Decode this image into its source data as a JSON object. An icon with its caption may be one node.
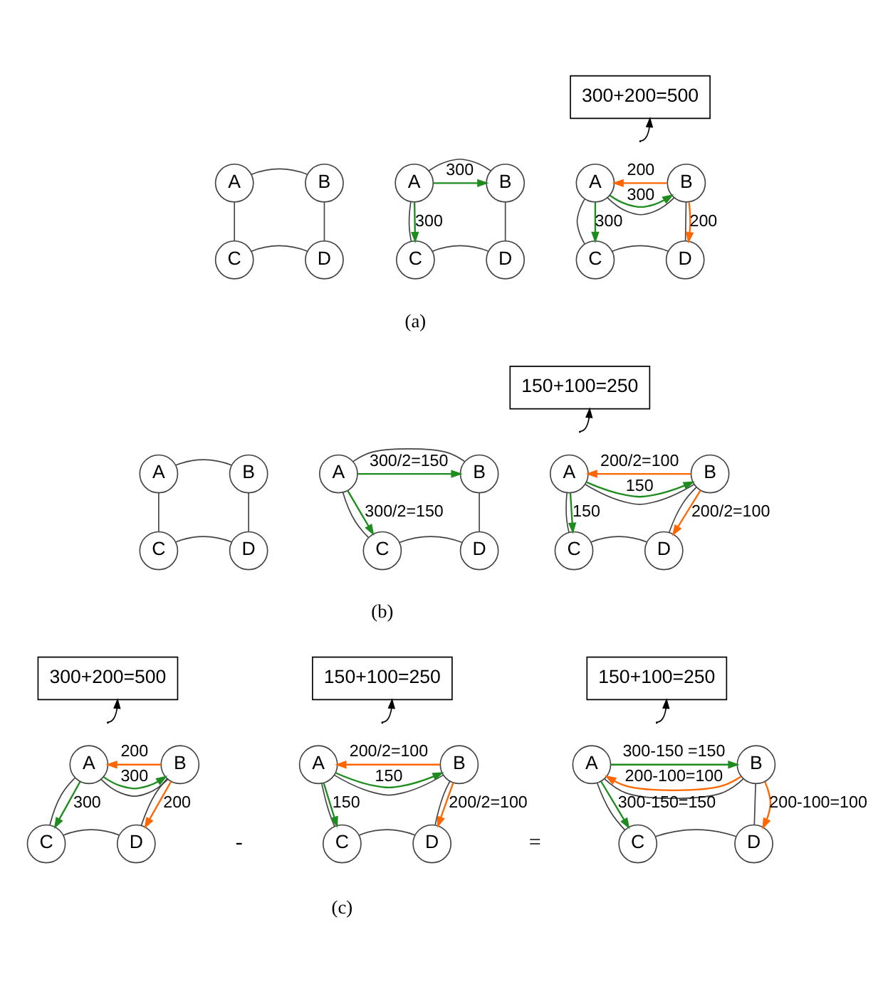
{
  "diagram": {
    "nodes": [
      {
        "text": [
          "A"
        ]
      },
      {
        "text": [
          "B"
        ]
      },
      {
        "text": [
          "C"
        ]
      },
      {
        "text": [
          "D"
        ]
      },
      {
        "text": [
          "A"
        ]
      },
      {
        "text": [
          "B"
        ]
      },
      {
        "text": [
          "C"
        ]
      },
      {
        "text": [
          "D"
        ]
      },
      {
        "text": [
          "300+200=500"
        ]
      },
      {
        "text": [
          "A"
        ]
      },
      {
        "text": [
          "B"
        ]
      },
      {
        "text": [
          "C"
        ]
      },
      {
        "text": [
          "D"
        ]
      },
      {
        "text": [
          "A"
        ]
      },
      {
        "text": [
          "B"
        ]
      },
      {
        "text": [
          "C"
        ]
      },
      {
        "text": [
          "D"
        ]
      },
      {
        "text": [
          "A"
        ]
      },
      {
        "text": [
          "B"
        ]
      },
      {
        "text": [
          "C"
        ]
      },
      {
        "text": [
          "D"
        ]
      },
      {
        "text": [
          "150+100=250"
        ]
      },
      {
        "text": [
          "A"
        ]
      },
      {
        "text": [
          "B"
        ]
      },
      {
        "text": [
          "C"
        ]
      },
      {
        "text": [
          "D"
        ]
      },
      {
        "text": [
          "300+200=500"
        ]
      },
      {
        "text": [
          "A"
        ]
      },
      {
        "text": [
          "B"
        ]
      },
      {
        "text": [
          "C"
        ]
      },
      {
        "text": [
          "D"
        ]
      },
      {
        "text": [
          "150+100=250"
        ]
      },
      {
        "text": [
          "A"
        ]
      },
      {
        "text": [
          "B"
        ]
      },
      {
        "text": [
          "C"
        ]
      },
      {
        "text": [
          "D"
        ]
      },
      {
        "text": [
          "150+100=250"
        ]
      },
      {
        "text": [
          "A"
        ]
      },
      {
        "text": [
          "B"
        ]
      },
      {
        "text": [
          "C"
        ]
      },
      {
        "text": [
          "D"
        ]
      }
    ],
    "edges": [
      {
        "from": 0,
        "to": 1,
        "arrow": "none"
      },
      {
        "from": 0,
        "to": 2,
        "arrow": "none"
      },
      {
        "from": 1,
        "to": 3,
        "arrow": "none"
      },
      {
        "from": 2,
        "to": 3,
        "arrow": "none"
      },
      {
        "from": 4,
        "to": 5,
        "arrow": "none"
      },
      {
        "from": 4,
        "to": 6,
        "arrow": "none"
      },
      {
        "from": 5,
        "to": 7,
        "arrow": "none"
      },
      {
        "from": 6,
        "to": 7,
        "arrow": "none"
      },
      {
        "from": 4,
        "to": 5,
        "arrow": "to",
        "label": "300",
        "color": "#1e8c1e"
      },
      {
        "from": 4,
        "to": 6,
        "arrow": "to",
        "label": "300",
        "color": "#1e8c1e"
      },
      {
        "from": 9,
        "to": 10,
        "arrow": "none"
      },
      {
        "from": 9,
        "to": 11,
        "arrow": "none"
      },
      {
        "from": 10,
        "to": 12,
        "arrow": "none"
      },
      {
        "from": 11,
        "to": 12,
        "arrow": "none"
      },
      {
        "from": 10,
        "to": 9,
        "arrow": "to",
        "label": "200",
        "color": "#ff6600"
      },
      {
        "from": 9,
        "to": 10,
        "arrow": "to",
        "label": "300",
        "color": "#1e8c1e"
      },
      {
        "from": 9,
        "to": 11,
        "arrow": "to",
        "label": "300",
        "color": "#1e8c1e"
      },
      {
        "from": 10,
        "to": 12,
        "arrow": "to",
        "label": "200",
        "color": "#ff6600"
      },
      {
        "from": null,
        "to": 8,
        "arrow": "to"
      },
      {
        "from": 13,
        "to": 14,
        "arrow": "none"
      },
      {
        "from": 13,
        "to": 15,
        "arrow": "none"
      },
      {
        "from": 14,
        "to": 16,
        "arrow": "none"
      },
      {
        "from": 15,
        "to": 16,
        "arrow": "none"
      },
      {
        "from": 17,
        "to": 18,
        "arrow": "none"
      },
      {
        "from": 17,
        "to": 19,
        "arrow": "none"
      },
      {
        "from": 18,
        "to": 20,
        "arrow": "none"
      },
      {
        "from": 19,
        "to": 20,
        "arrow": "none"
      },
      {
        "from": 17,
        "to": 18,
        "arrow": "to",
        "label": "300/2=150",
        "color": "#1e8c1e"
      },
      {
        "from": 17,
        "to": 19,
        "arrow": "to",
        "label": "300/2=150",
        "color": "#1e8c1e"
      },
      {
        "from": 22,
        "to": 23,
        "arrow": "none"
      },
      {
        "from": 22,
        "to": 24,
        "arrow": "none"
      },
      {
        "from": 23,
        "to": 25,
        "arrow": "none"
      },
      {
        "from": 24,
        "to": 25,
        "arrow": "none"
      },
      {
        "from": 23,
        "to": 22,
        "arrow": "to",
        "label": "200/2=100",
        "color": "#ff6600"
      },
      {
        "from": 22,
        "to": 23,
        "arrow": "to",
        "label": "150",
        "color": "#1e8c1e"
      },
      {
        "from": 22,
        "to": 24,
        "arrow": "to",
        "label": "150",
        "color": "#1e8c1e"
      },
      {
        "from": 23,
        "to": 25,
        "arrow": "to",
        "label": "200/2=100",
        "color": "#ff6600"
      },
      {
        "from": null,
        "to": 21,
        "arrow": "to"
      },
      {
        "from": 27,
        "to": 28,
        "arrow": "none"
      },
      {
        "from": 27,
        "to": 29,
        "arrow": "none"
      },
      {
        "from": 28,
        "to": 30,
        "arrow": "none"
      },
      {
        "from": 29,
        "to": 30,
        "arrow": "none"
      },
      {
        "from": 28,
        "to": 27,
        "arrow": "to",
        "label": "200",
        "color": "#ff6600"
      },
      {
        "from": 27,
        "to": 28,
        "arrow": "to",
        "label": "300",
        "color": "#1e8c1e"
      },
      {
        "from": 27,
        "to": 29,
        "arrow": "to",
        "label": "300",
        "color": "#1e8c1e"
      },
      {
        "from": 28,
        "to": 30,
        "arrow": "to",
        "label": "200",
        "color": "#ff6600"
      },
      {
        "from": null,
        "to": 26,
        "arrow": "to"
      },
      {
        "from": 32,
        "to": 33,
        "arrow": "none"
      },
      {
        "from": 32,
        "to": 34,
        "arrow": "none"
      },
      {
        "from": 33,
        "to": 35,
        "arrow": "none"
      },
      {
        "from": 34,
        "to": 35,
        "arrow": "none"
      },
      {
        "from": 33,
        "to": 32,
        "arrow": "to",
        "label": "200/2=100",
        "color": "#ff6600"
      },
      {
        "from": 32,
        "to": 33,
        "arrow": "to",
        "label": "150",
        "color": "#1e8c1e"
      },
      {
        "from": 32,
        "to": 34,
        "arrow": "to",
        "label": "150",
        "color": "#1e8c1e"
      },
      {
        "from": 33,
        "to": 35,
        "arrow": "to",
        "label": "200/2=100",
        "color": "#ff6600"
      },
      {
        "from": null,
        "to": 31,
        "arrow": "to"
      },
      {
        "from": 37,
        "to": 38,
        "arrow": "none"
      },
      {
        "from": 37,
        "to": 39,
        "arrow": "none"
      },
      {
        "from": 38,
        "to": 40,
        "arrow": "none"
      },
      {
        "from": 39,
        "to": 40,
        "arrow": "none"
      },
      {
        "from": 38,
        "to": 37,
        "arrow": "to",
        "label": "200-100=100",
        "color": "#ff6600"
      },
      {
        "from": 37,
        "to": 38,
        "arrow": "to",
        "label": "300-150 =150",
        "color": "#1e8c1e"
      },
      {
        "from": 37,
        "to": 39,
        "arrow": "to",
        "label": "300-150=150",
        "color": "#1e8c1e"
      },
      {
        "from": 38,
        "to": 40,
        "arrow": "to",
        "label": "200-100=100",
        "color": "#ff6600"
      },
      {
        "from": null,
        "to": 36,
        "arrow": "to"
      }
    ],
    "labels": [
      "(a)",
      "(b)",
      "-",
      "=",
      "(c)"
    ]
  }
}
